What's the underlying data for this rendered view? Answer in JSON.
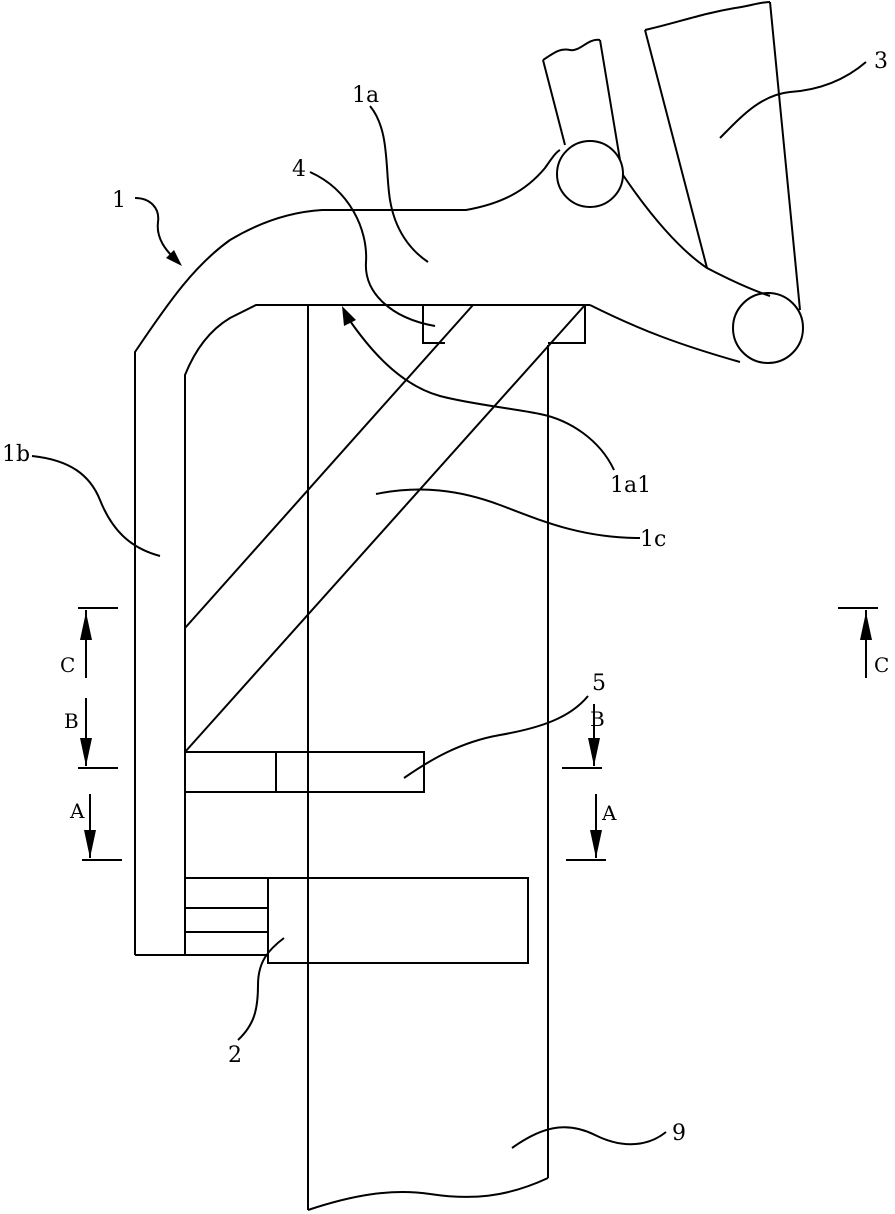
{
  "labels": {
    "l1": "1",
    "l1a": "1a",
    "l1a1": "1a1",
    "l1b": "1b",
    "l1c": "1c",
    "l2": "2",
    "l3": "3",
    "l4": "4",
    "l5": "5",
    "l9": "9"
  },
  "sections": {
    "c": "C",
    "b": "B",
    "a": "A"
  }
}
